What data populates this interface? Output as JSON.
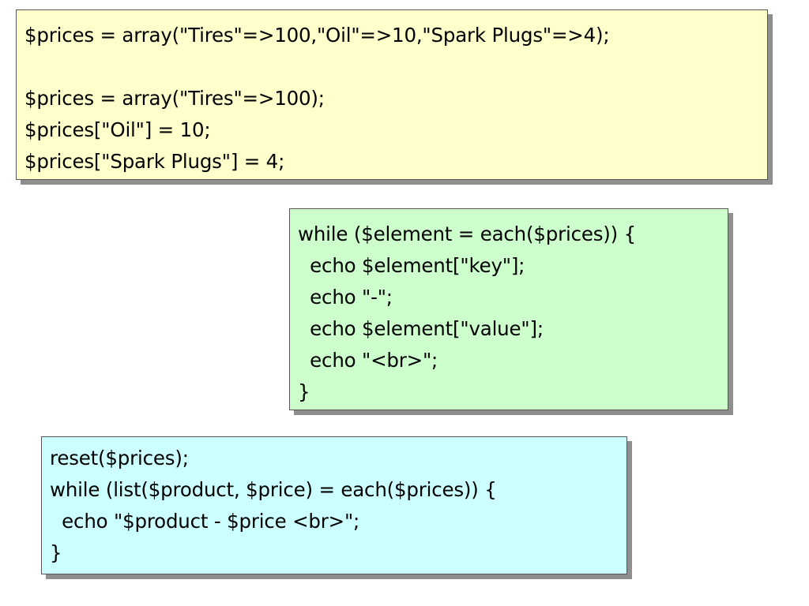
{
  "boxes": {
    "array": {
      "background": "#ffffcc",
      "lines": [
        "$prices = array(\"Tires\"=>100,\"Oil\"=>10,\"Spark Plugs\"=>4);",
        "",
        "$prices = array(\"Tires\"=>100);",
        "$prices[\"Oil\"] = 10;",
        "$prices[\"Spark Plugs\"] = 4;"
      ]
    },
    "each": {
      "background": "#ccffcc",
      "lines": [
        "while ($element = each($prices)) {",
        "  echo $element[\"key\"];",
        "  echo \"-\";",
        "  echo $element[\"value\"];",
        "  echo \"<br>\";",
        "}"
      ]
    },
    "list": {
      "background": "#ccffff",
      "lines": [
        "reset($prices);",
        "while (list($product, $price) = each($prices)) {",
        "  echo \"$product - $price <br>\";",
        "}"
      ]
    }
  }
}
